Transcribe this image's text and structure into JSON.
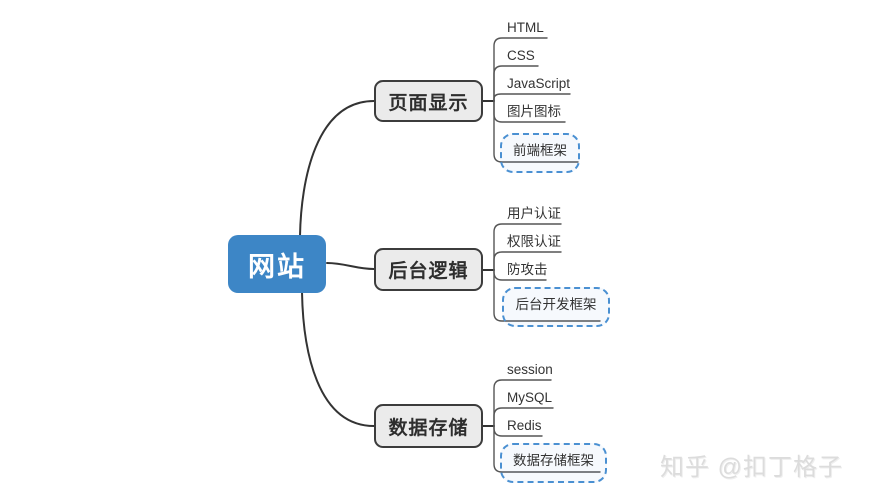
{
  "root": {
    "label": "网站"
  },
  "branches": [
    {
      "label": "页面显示",
      "leaves": [
        {
          "label": "HTML"
        },
        {
          "label": "CSS"
        },
        {
          "label": "JavaScript"
        },
        {
          "label": "图片图标"
        },
        {
          "label": "前端框架",
          "boundary": true
        }
      ]
    },
    {
      "label": "后台逻辑",
      "leaves": [
        {
          "label": "用户认证"
        },
        {
          "label": "权限认证"
        },
        {
          "label": "防攻击"
        },
        {
          "label": "后台开发框架",
          "boundary": true
        }
      ]
    },
    {
      "label": "数据存储",
      "leaves": [
        {
          "label": "session"
        },
        {
          "label": "MySQL"
        },
        {
          "label": "Redis"
        },
        {
          "label": "数据存储框架",
          "boundary": true
        }
      ]
    }
  ],
  "watermark": {
    "text": "知乎 @扣丁格子"
  },
  "colors": {
    "root_fill": "#3d86c6",
    "root_text": "#ffffff",
    "branch_fill": "#ebebeb",
    "branch_border": "#3c3c3c",
    "boundary_border": "#4a90d2",
    "connector_line": "#333333",
    "leaf_line": "#555555",
    "watermark_text": "#dcdcdc"
  }
}
